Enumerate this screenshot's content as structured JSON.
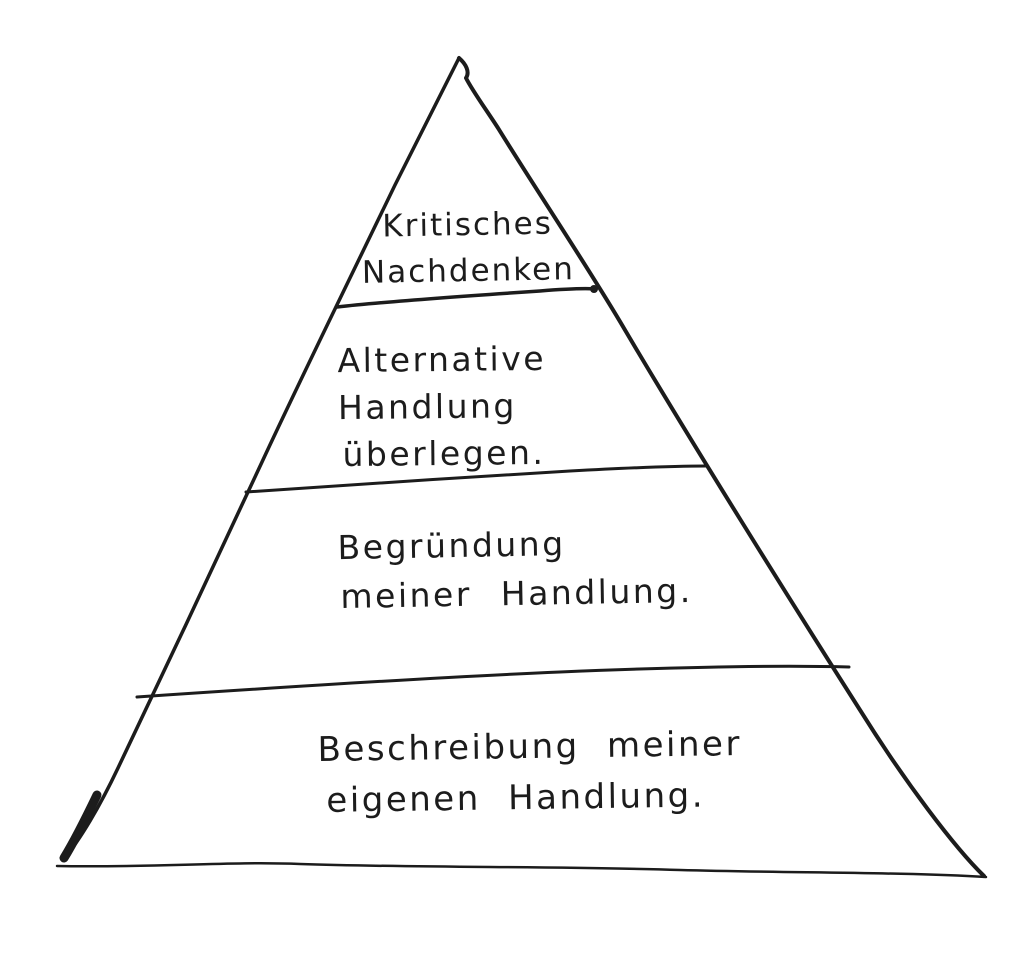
{
  "page": {
    "background_color": "#ffffff"
  },
  "diagram": {
    "type": "hand-drawn-pyramid",
    "orientation": "apex-top",
    "level_count": 4,
    "ink_color": "#1c1c1c",
    "levels": [
      {
        "index": 1,
        "position": "top",
        "label": "Kritisches Nachdenken",
        "lines": [
          "Kritisches",
          "Nachdenken"
        ]
      },
      {
        "index": 2,
        "position": "upper-middle",
        "label": "Alternative Handlung überlegen.",
        "lines": [
          "Alternative",
          "Handlung",
          "überlegen."
        ]
      },
      {
        "index": 3,
        "position": "lower-middle",
        "label": "Begründung meiner Handlung.",
        "lines": [
          "Begründung",
          "meiner Handlung."
        ]
      },
      {
        "index": 4,
        "position": "base",
        "label": "Beschreibung meiner eigenen Handlung.",
        "lines": [
          "Beschreibung meiner",
          "eigenen Handlung."
        ]
      }
    ]
  }
}
